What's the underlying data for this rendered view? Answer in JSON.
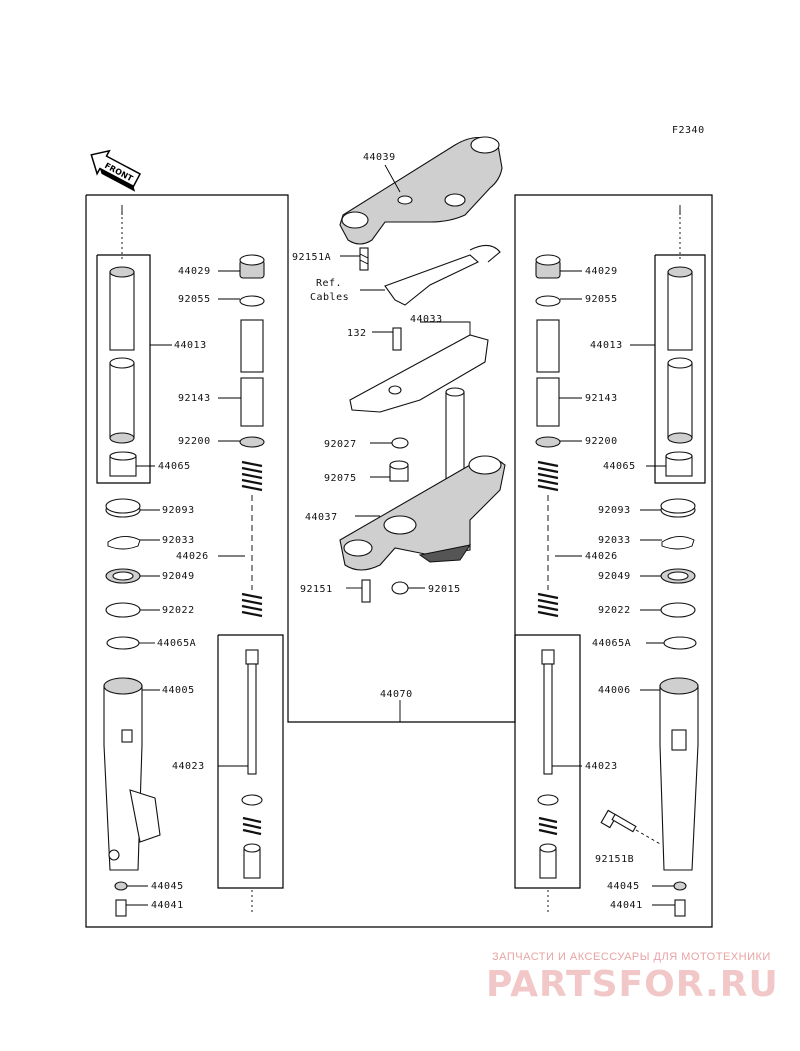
{
  "diagram": {
    "figure_code": "F2340",
    "front_label": "FRONT",
    "ref_label_line1": "Ref.",
    "ref_label_line2": "Cables",
    "parts": {
      "p44039": "44039",
      "p92151A": "92151A",
      "p132": "132",
      "p44033": "44033",
      "p92027": "92027",
      "p92075": "92075",
      "p44037": "44037",
      "p92151": "92151",
      "p92015": "92015",
      "p44070": "44070",
      "l44029": "44029",
      "l92055": "92055",
      "l44013": "44013",
      "l92143": "92143",
      "l92200": "92200",
      "l44065": "44065",
      "l92093": "92093",
      "l92033": "92033",
      "l44026": "44026",
      "l92049": "92049",
      "l92022": "92022",
      "l44065A": "44065A",
      "l44005": "44005",
      "l44023": "44023",
      "l44045": "44045",
      "l44041": "44041",
      "r44029": "44029",
      "r92055": "92055",
      "r44013": "44013",
      "r92143": "92143",
      "r92200": "92200",
      "r44065": "44065",
      "r92093": "92093",
      "r92033": "92033",
      "r44026": "44026",
      "r92049": "92049",
      "r92022": "92022",
      "r44065A": "44065A",
      "r44006": "44006",
      "r44023": "44023",
      "r92151B": "92151B",
      "r44045": "44045",
      "r44041": "44041"
    }
  },
  "watermark": {
    "tagline": "ЗАПЧАСТИ И АКСЕССУАРЫ ДЛЯ МОТОТЕХНИКИ",
    "logo": "PARTSFOR.RU"
  }
}
